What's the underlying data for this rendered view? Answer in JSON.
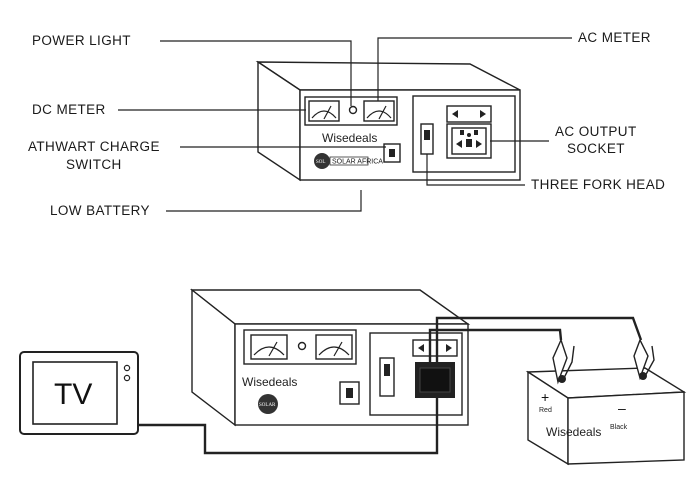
{
  "labels": {
    "power_light": "POWER LIGHT",
    "ac_meter": "AC METER",
    "dc_meter": "DC METER",
    "ac_output_socket_1": "AC OUTPUT",
    "ac_output_socket_2": "SOCKET",
    "athwart_charge_switch_1": "ATHWART CHARGE",
    "athwart_charge_switch_2": "SWITCH",
    "three_fork_head": "THREE FORK HEAD",
    "low_battery": "LOW BATTERY"
  },
  "brand": "Wisedeals",
  "seal_text_top": "SOLAR AFRICA",
  "seal_text_bottom": "SOLAR",
  "tv_label": "TV",
  "battery": {
    "brand": "Wisedeals",
    "plus": "+",
    "minus": "–",
    "red": "Red",
    "black": "Black"
  }
}
